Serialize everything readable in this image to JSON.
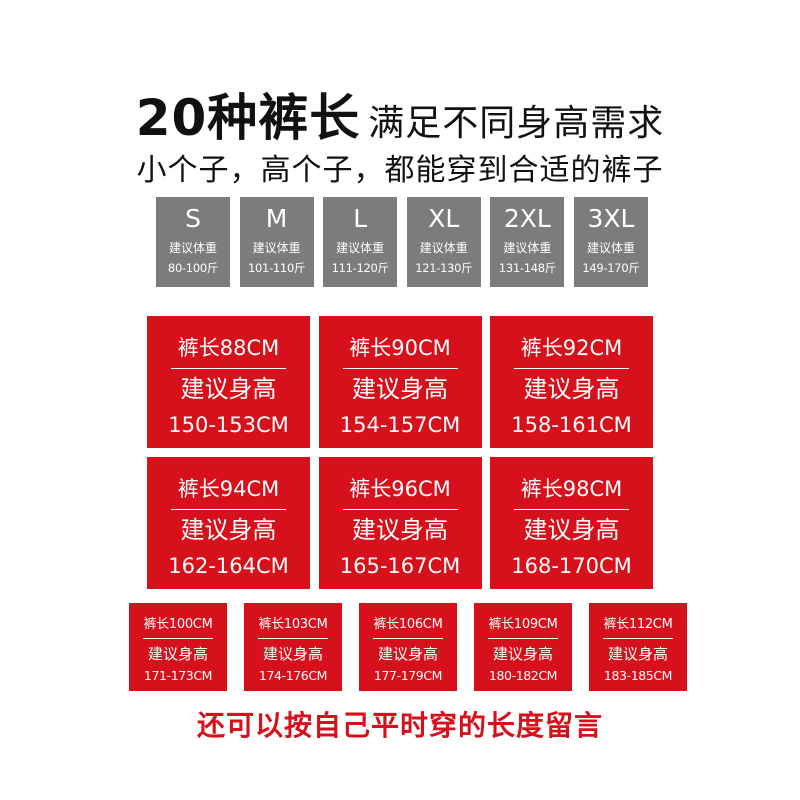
{
  "header": {
    "title_bold": "20种裤长",
    "title_rest": "满足不同身高需求",
    "subtitle": "小个子，高个子，都能穿到合适的裤子"
  },
  "size_chart": [
    {
      "size": "S",
      "label": "建议体重",
      "range": "80-100斤"
    },
    {
      "size": "M",
      "label": "建议体重",
      "range": "101-110斤"
    },
    {
      "size": "L",
      "label": "建议体重",
      "range": "111-120斤"
    },
    {
      "size": "XL",
      "label": "建议体重",
      "range": "121-130斤"
    },
    {
      "size": "2XL",
      "label": "建议体重",
      "range": "131-148斤"
    },
    {
      "size": "3XL",
      "label": "建议体重",
      "range": "149-170斤"
    }
  ],
  "length_cards_large": [
    {
      "length": "裤长88CM",
      "label": "建议身高",
      "range": "150-153CM"
    },
    {
      "length": "裤长90CM",
      "label": "建议身高",
      "range": "154-157CM"
    },
    {
      "length": "裤长92CM",
      "label": "建议身高",
      "range": "158-161CM"
    },
    {
      "length": "裤长94CM",
      "label": "建议身高",
      "range": "162-164CM"
    },
    {
      "length": "裤长96CM",
      "label": "建议身高",
      "range": "165-167CM"
    },
    {
      "length": "裤长98CM",
      "label": "建议身高",
      "range": "168-170CM"
    }
  ],
  "length_cards_small": [
    {
      "length": "裤长100CM",
      "label": "建议身高",
      "range": "171-173CM"
    },
    {
      "length": "裤长103CM",
      "label": "建议身高",
      "range": "174-176CM"
    },
    {
      "length": "裤长106CM",
      "label": "建议身高",
      "range": "177-179CM"
    },
    {
      "length": "裤长109CM",
      "label": "建议身高",
      "range": "180-182CM"
    },
    {
      "length": "裤长112CM",
      "label": "建议身高",
      "range": "183-185CM"
    }
  ],
  "footer": "还可以按自己平时穿的长度留言",
  "colors": {
    "accent_red": "#d6111b",
    "size_gray": "#7c7c7c",
    "text_dark": "#111111"
  }
}
